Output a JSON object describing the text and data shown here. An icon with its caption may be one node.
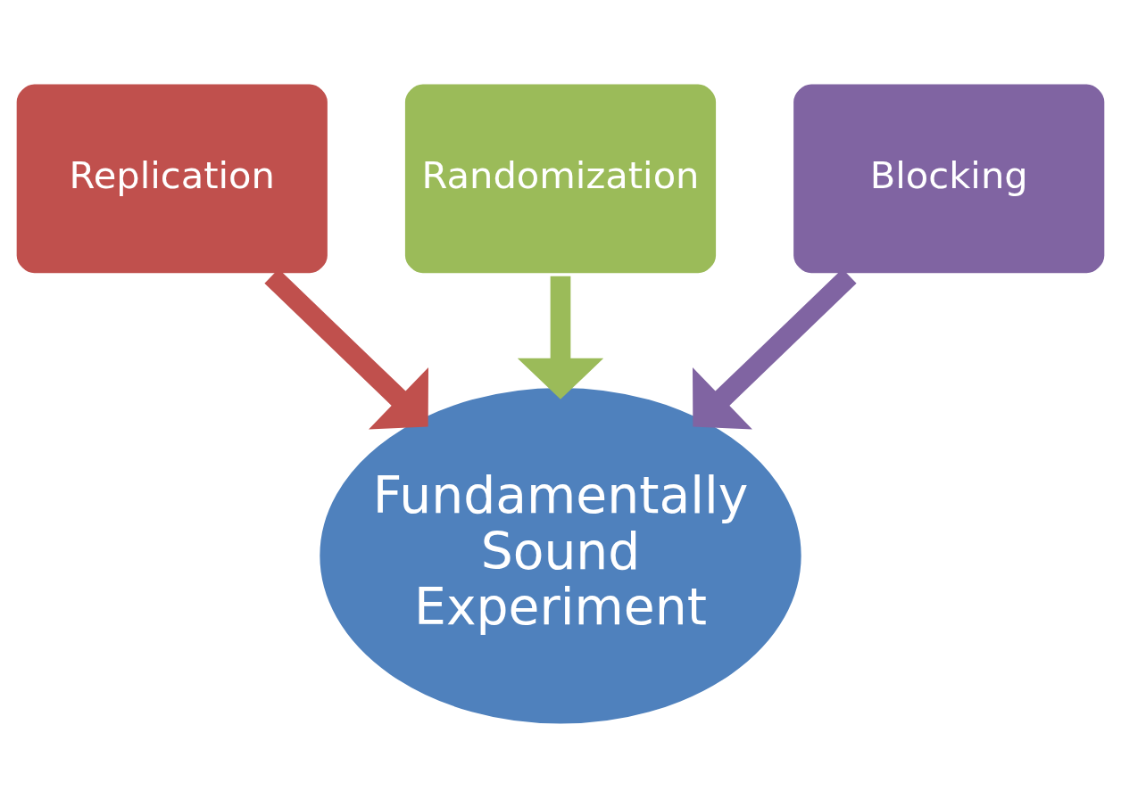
{
  "diagram": {
    "nodes": [
      {
        "text": [
          "Replication"
        ]
      },
      {
        "text": [
          "Randomization"
        ]
      },
      {
        "text": [
          "Blocking"
        ]
      },
      {
        "text": [
          "Fundamentally Sound Experiment"
        ]
      }
    ],
    "edges": [
      {
        "from": 0,
        "to": 3,
        "arrow": "to",
        "color": "#c0504d"
      },
      {
        "from": 1,
        "to": 3,
        "arrow": "to",
        "color": "#9bbb59"
      },
      {
        "from": 2,
        "to": 3,
        "arrow": "to",
        "color": "#8064a2"
      }
    ]
  }
}
